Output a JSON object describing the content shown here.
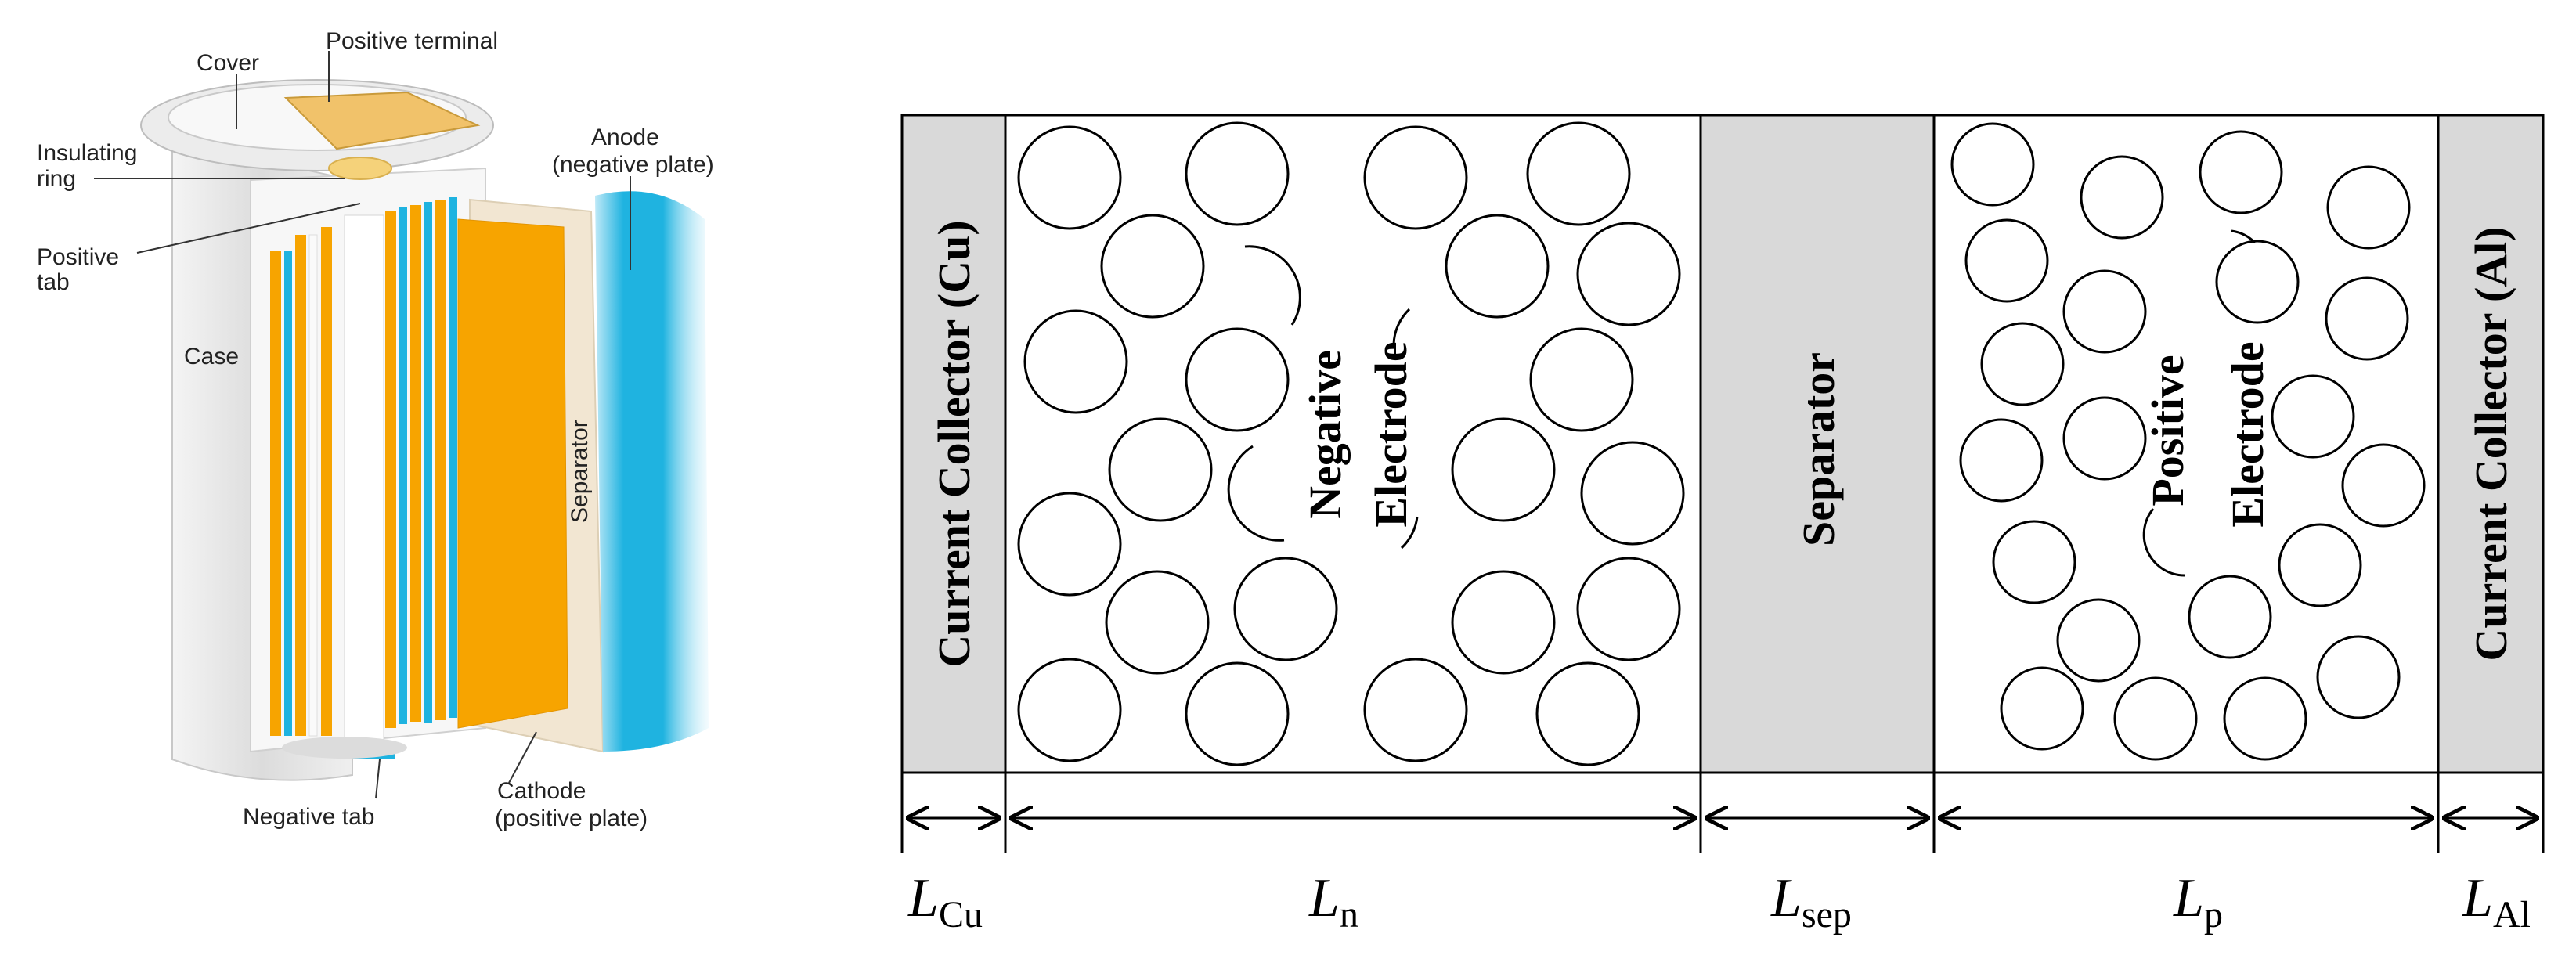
{
  "battery": {
    "labels": {
      "cover": "Cover",
      "positive_terminal": "Positive terminal",
      "insulating_ring_1": "Insulating",
      "insulating_ring_2": "ring",
      "positive_tab_1": "Positive",
      "positive_tab_2": "tab",
      "case": "Case",
      "separator": "Separator",
      "anode_1": "Anode",
      "anode_2": "(negative plate)",
      "negative_tab": "Negative tab",
      "cathode_1": "Cathode",
      "cathode_2": "(positive plate)"
    },
    "colors": {
      "anode": "#1fb3e0",
      "cathode": "#f7a400",
      "separator": "#f2e6d2",
      "case": "#e6e6e6"
    }
  },
  "cell_diagram": {
    "regions": {
      "cu_collector": "Current Collector (Cu)",
      "negative_1": "Negative",
      "negative_2": "Electrode",
      "separator": "Separator",
      "positive_1": "Positive",
      "positive_2": "Electrode",
      "al_collector": "Current Collector (Al)"
    },
    "dimensions": {
      "cu": {
        "main": "L",
        "sub": "Cu"
      },
      "n": {
        "main": "L",
        "sub": "n"
      },
      "sep": {
        "main": "L",
        "sub": "sep"
      },
      "p": {
        "main": "L",
        "sub": "p"
      },
      "al": {
        "main": "L",
        "sub": "Al"
      }
    },
    "colors": {
      "collector": "#d9d9d9",
      "separator": "#d9d9d9"
    }
  }
}
